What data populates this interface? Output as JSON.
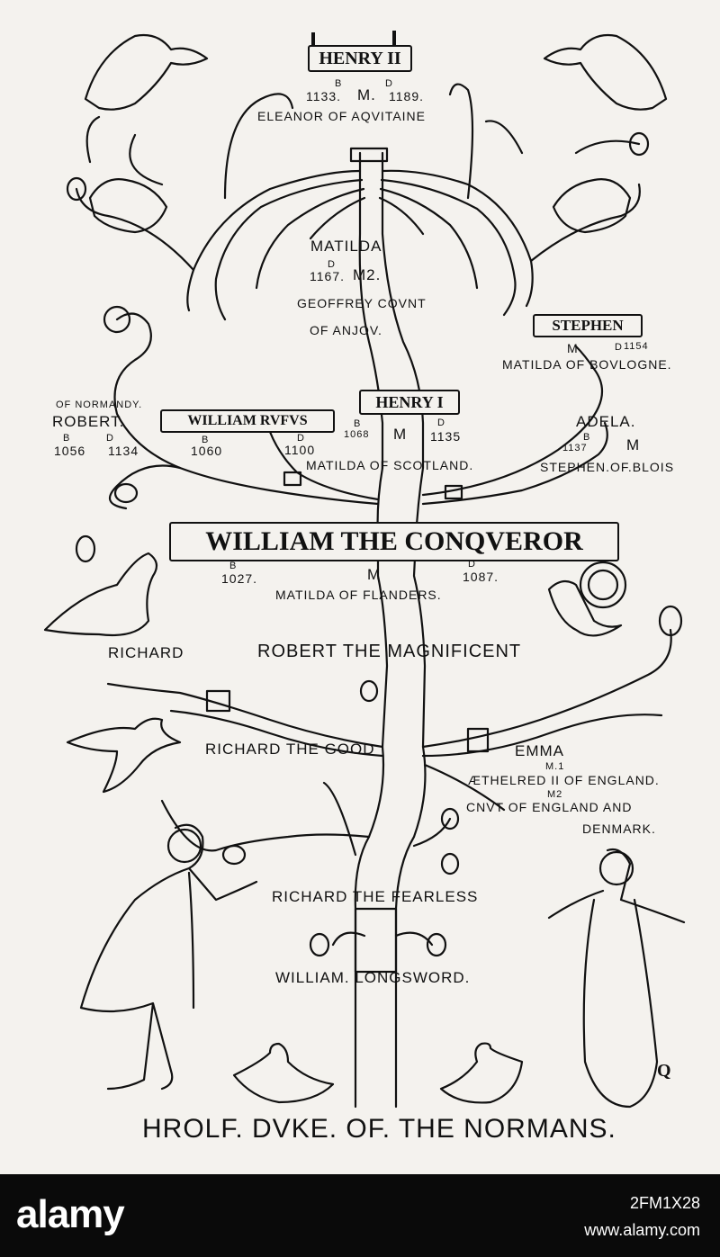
{
  "colors": {
    "ink": "#111111",
    "paper": "#f4f2ee",
    "footer": "#0a0a0a"
  },
  "henry_ii": {
    "name": "HENRY II",
    "b_mark": "B",
    "d_mark": "D",
    "birth": "1133.",
    "m_mark": "M.",
    "death": "1189.",
    "spouse": "ELEANOR OF AQVITAINE"
  },
  "matilda": {
    "name": "MATILDA",
    "d_mark": "D",
    "death": "1167.",
    "m_mark": "M2.",
    "spouse_line1": "GEOFFREY COVNT",
    "spouse_line2": "OF ANJOV."
  },
  "stephen": {
    "name": "STEPHEN",
    "m_mark": "M",
    "d_mark": "D",
    "death": "1154",
    "spouse": "MATILDA OF BOVLOGNE."
  },
  "robert": {
    "title": "OF NORMANDY.",
    "name": "ROBERT.",
    "b_mark": "B",
    "d_mark": "D",
    "birth": "1056",
    "death": "1134"
  },
  "william_rufus": {
    "name": "WILLIAM RVFVS",
    "b_mark": "B",
    "d_mark": "D",
    "birth": "1060",
    "death": "1100"
  },
  "henry_i": {
    "name": "HENRY I",
    "b_mark": "B",
    "d_mark": "D",
    "birth": "1068",
    "m_mark": "M",
    "death": "1135",
    "spouse": "MATILDA OF SCOTLAND."
  },
  "adela": {
    "name": "ADELA.",
    "b_mark": "B",
    "birth": "1137",
    "m_mark": "M",
    "spouse": "STEPHEN.OF.BLOIS"
  },
  "conqueror": {
    "name": "WILLIAM THE CONQVEROR",
    "b_mark": "B",
    "d_mark": "D",
    "birth": "1027.",
    "m_mark": "M",
    "death": "1087.",
    "spouse": "MATILDA OF FLANDERS."
  },
  "gen_richard": "RICHARD",
  "gen_robert": "ROBERT THE MAGNIFICENT",
  "gen_richard_good": "RICHARD THE GOOD",
  "emma": {
    "name": "EMMA",
    "m1": "M.1",
    "spouse1": "ÆTHELRED II OF ENGLAND.",
    "m2": "M2",
    "spouse2_line1": "CNVT OF ENGLAND AND",
    "spouse2_line2": "DENMARK."
  },
  "gen_richard_fearless": "RICHARD THE FEARLESS",
  "gen_william_longsword": "WILLIAM. LONGSWORD.",
  "root": "HROLF. DVKE. OF. THE NORMANS.",
  "monogram": "Q",
  "watermark": {
    "brand": "alamy",
    "image_id": "2FM1X28",
    "url": "www.alamy.com"
  }
}
